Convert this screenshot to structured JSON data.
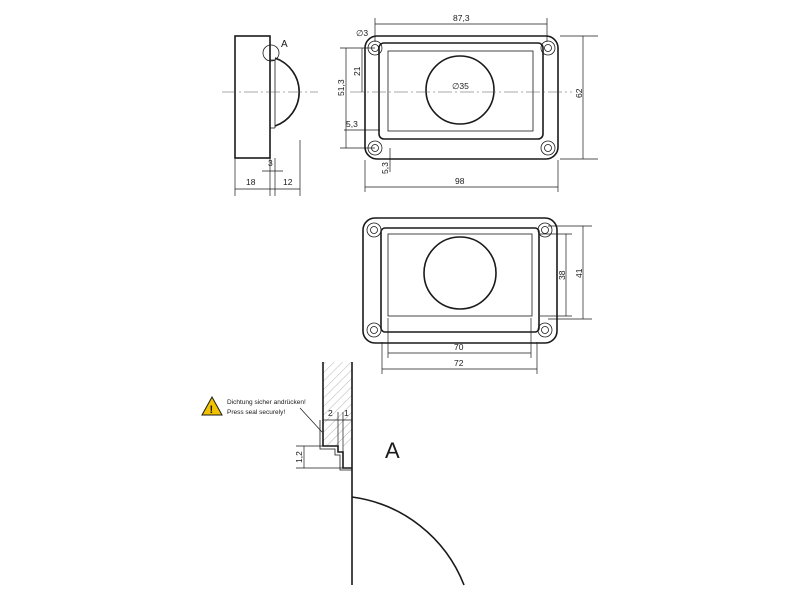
{
  "side_view": {
    "detail_marker": "A",
    "dim_depth": "18",
    "dim_dome": "12",
    "dim_flange": "3"
  },
  "front_view": {
    "dim_width": "87,3",
    "dim_outer_width": "98",
    "dim_height": "62",
    "dim_hole_pitch": "51,3",
    "dim_upper": "21",
    "dim_inset_x": "5,3",
    "dim_inset_y": "5,3",
    "dim_hole": "∅3",
    "dim_lens": "∅35"
  },
  "cutout_view": {
    "dim_inner_width": "70",
    "dim_outer_width": "72",
    "dim_inner_height": "38",
    "dim_outer_height": "41"
  },
  "detail_view": {
    "label": "A",
    "warning_de": "Dichtung sicher andrücken!",
    "warning_en": "Press seal securely!",
    "dim_seal": "2",
    "dim_gap": "1",
    "dim_step": "1,2"
  }
}
